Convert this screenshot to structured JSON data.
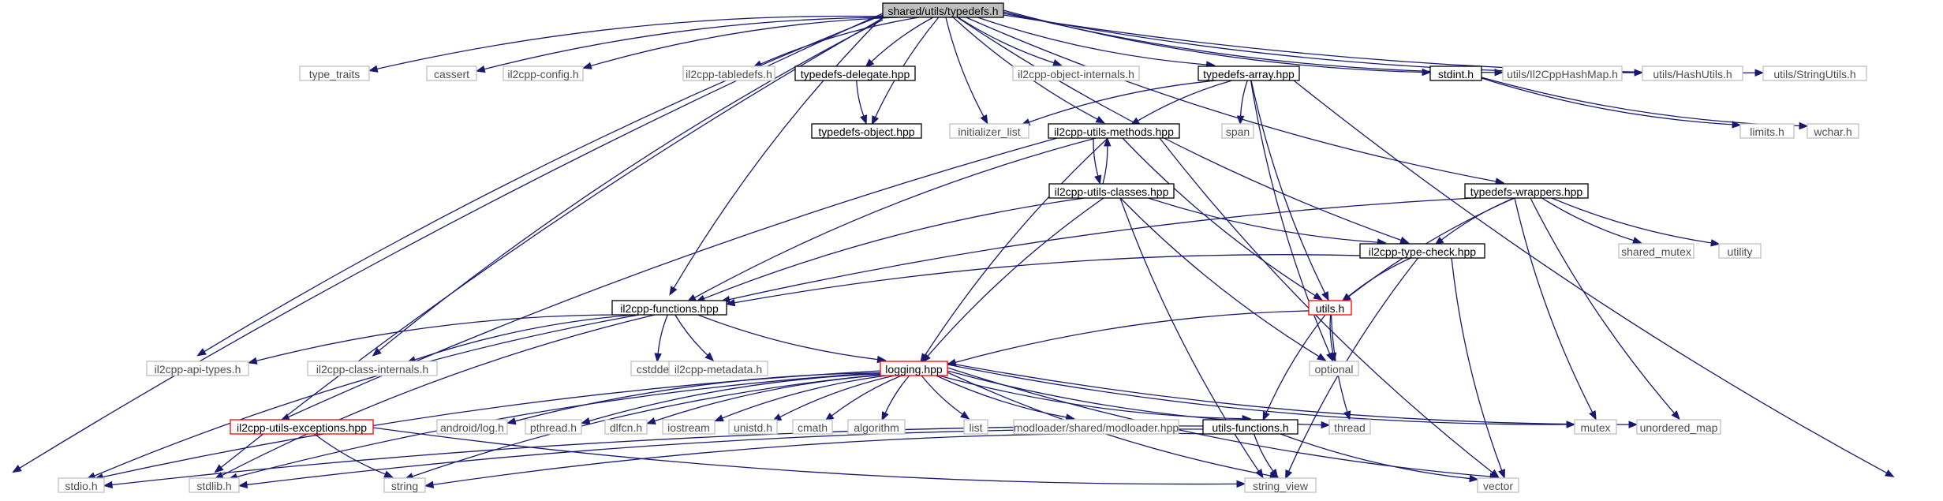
{
  "graph": {
    "root": "shared/utils/typedefs.h",
    "colors": {
      "edge": "#191970",
      "root_fill": "#bfbfbf",
      "documented_border": "#000000",
      "highlighted_border": "#ff0000",
      "external_border": "#bfbfbf",
      "external_text": "#4d4d4d"
    },
    "nodes": [
      {
        "id": "typedefs_h",
        "label": "shared/utils/typedefs.h",
        "kind": "root"
      },
      {
        "id": "type_traits",
        "label": "type_traits",
        "kind": "ext"
      },
      {
        "id": "cassert",
        "label": "cassert",
        "kind": "ext"
      },
      {
        "id": "il2cpp_config",
        "label": "il2cpp-config.h",
        "kind": "ext"
      },
      {
        "id": "il2cpp_tabledefs",
        "label": "il2cpp-tabledefs.h",
        "kind": "ext"
      },
      {
        "id": "typedefs_delegate",
        "label": "typedefs-delegate.hpp",
        "kind": "doc"
      },
      {
        "id": "il2cpp_object_internals",
        "label": "il2cpp-object-internals.h",
        "kind": "ext"
      },
      {
        "id": "typedefs_array",
        "label": "typedefs-array.hpp",
        "kind": "doc"
      },
      {
        "id": "stdint_h",
        "label": "stdint.h",
        "kind": "doc"
      },
      {
        "id": "utils_il2cpphashmap",
        "label": "utils/Il2CppHashMap.h",
        "kind": "ext"
      },
      {
        "id": "utils_hashutils",
        "label": "utils/HashUtils.h",
        "kind": "ext"
      },
      {
        "id": "utils_stringutils",
        "label": "utils/StringUtils.h",
        "kind": "ext"
      },
      {
        "id": "typedefs_object",
        "label": "typedefs-object.hpp",
        "kind": "doc"
      },
      {
        "id": "initializer_list",
        "label": "initializer_list",
        "kind": "ext"
      },
      {
        "id": "il2cpp_utils_methods",
        "label": "il2cpp-utils-methods.hpp",
        "kind": "doc"
      },
      {
        "id": "span",
        "label": "span",
        "kind": "ext"
      },
      {
        "id": "limits_h",
        "label": "limits.h",
        "kind": "ext"
      },
      {
        "id": "wchar_h",
        "label": "wchar.h",
        "kind": "ext"
      },
      {
        "id": "il2cpp_utils_classes",
        "label": "il2cpp-utils-classes.hpp",
        "kind": "doc"
      },
      {
        "id": "typedefs_wrappers",
        "label": "typedefs-wrappers.hpp",
        "kind": "doc"
      },
      {
        "id": "il2cpp_type_check",
        "label": "il2cpp-type-check.hpp",
        "kind": "doc"
      },
      {
        "id": "shared_mutex",
        "label": "shared_mutex",
        "kind": "ext"
      },
      {
        "id": "utility",
        "label": "utility",
        "kind": "ext"
      },
      {
        "id": "il2cpp_functions",
        "label": "il2cpp-functions.hpp",
        "kind": "doc"
      },
      {
        "id": "utils_h",
        "label": "utils.h",
        "kind": "red"
      },
      {
        "id": "il2cpp_api_types",
        "label": "il2cpp-api-types.h",
        "kind": "ext"
      },
      {
        "id": "il2cpp_class_internals",
        "label": "il2cpp-class-internals.h",
        "kind": "ext"
      },
      {
        "id": "cstddef",
        "label": "cstddef",
        "kind": "ext"
      },
      {
        "id": "il2cpp_metadata",
        "label": "il2cpp-metadata.h",
        "kind": "ext"
      },
      {
        "id": "optional",
        "label": "optional",
        "kind": "ext"
      },
      {
        "id": "logging_hpp",
        "label": "logging.hpp",
        "kind": "red"
      },
      {
        "id": "il2cpp_utils_exceptions",
        "label": "il2cpp-utils-exceptions.hpp",
        "kind": "red"
      },
      {
        "id": "android_log",
        "label": "android/log.h",
        "kind": "ext"
      },
      {
        "id": "pthread_h",
        "label": "pthread.h",
        "kind": "ext"
      },
      {
        "id": "dlfcn_h",
        "label": "dlfcn.h",
        "kind": "ext"
      },
      {
        "id": "iostream",
        "label": "iostream",
        "kind": "ext"
      },
      {
        "id": "unistd_h",
        "label": "unistd.h",
        "kind": "ext"
      },
      {
        "id": "cmath",
        "label": "cmath",
        "kind": "ext"
      },
      {
        "id": "algorithm",
        "label": "algorithm",
        "kind": "ext"
      },
      {
        "id": "list",
        "label": "list",
        "kind": "ext"
      },
      {
        "id": "modloader",
        "label": "modloader/shared/modloader.hpp",
        "kind": "ext"
      },
      {
        "id": "utils_functions",
        "label": "utils-functions.h",
        "kind": "doc"
      },
      {
        "id": "thread",
        "label": "thread",
        "kind": "ext"
      },
      {
        "id": "mutex",
        "label": "mutex",
        "kind": "ext"
      },
      {
        "id": "unordered_map",
        "label": "unordered_map",
        "kind": "ext"
      },
      {
        "id": "stdio_h",
        "label": "stdio.h",
        "kind": "ext"
      },
      {
        "id": "stdlib_h",
        "label": "stdlib.h",
        "kind": "ext"
      },
      {
        "id": "string",
        "label": "string",
        "kind": "ext"
      },
      {
        "id": "string_view",
        "label": "string_view",
        "kind": "ext"
      },
      {
        "id": "vector",
        "label": "vector",
        "kind": "ext"
      }
    ],
    "edges": [
      [
        "typedefs_h",
        "stdio_h"
      ],
      [
        "typedefs_h",
        "il2cpp_api_types"
      ],
      [
        "typedefs_h",
        "type_traits"
      ],
      [
        "typedefs_h",
        "cassert"
      ],
      [
        "typedefs_h",
        "il2cpp_config"
      ],
      [
        "typedefs_h",
        "il2cpp_functions"
      ],
      [
        "typedefs_h",
        "stdlib_h"
      ],
      [
        "typedefs_h",
        "il2cpp_class_internals"
      ],
      [
        "typedefs_h",
        "il2cpp_tabledefs"
      ],
      [
        "typedefs_h",
        "typedefs_delegate"
      ],
      [
        "typedefs_h",
        "typedefs_object"
      ],
      [
        "typedefs_h",
        "initializer_list"
      ],
      [
        "typedefs_h",
        "il2cpp_object_internals"
      ],
      [
        "typedefs_h",
        "il2cpp_utils_methods"
      ],
      [
        "typedefs_h",
        "typedefs_array"
      ],
      [
        "typedefs_h",
        "il2cpp_type_check"
      ],
      [
        "typedefs_h",
        "typedefs_wrappers"
      ],
      [
        "typedefs_h",
        "stdint_h"
      ],
      [
        "typedefs_h",
        "utils_il2cpphashmap"
      ],
      [
        "typedefs_h",
        "utils_hashutils"
      ],
      [
        "typedefs_h",
        "utils_stringutils"
      ],
      [
        "typedefs_delegate",
        "typedefs_object"
      ],
      [
        "typedefs_array",
        "initializer_list"
      ],
      [
        "typedefs_array",
        "il2cpp_utils_methods"
      ],
      [
        "typedefs_array",
        "span"
      ],
      [
        "typedefs_array",
        "optional"
      ],
      [
        "typedefs_array",
        "utils_h"
      ],
      [
        "typedefs_array",
        "vector"
      ],
      [
        "stdint_h",
        "limits_h"
      ],
      [
        "stdint_h",
        "wchar_h"
      ],
      [
        "il2cpp_utils_methods",
        "il2cpp_utils_classes"
      ],
      [
        "il2cpp_utils_methods",
        "il2cpp_functions"
      ],
      [
        "il2cpp_utils_methods",
        "il2cpp_utils_exceptions"
      ],
      [
        "il2cpp_utils_methods",
        "logging_hpp"
      ],
      [
        "il2cpp_utils_methods",
        "utils_h"
      ],
      [
        "il2cpp_utils_methods",
        "vector"
      ],
      [
        "il2cpp_utils_classes",
        "il2cpp_utils_methods"
      ],
      [
        "il2cpp_utils_classes",
        "il2cpp_functions"
      ],
      [
        "il2cpp_utils_classes",
        "logging_hpp"
      ],
      [
        "il2cpp_utils_classes",
        "il2cpp_type_check"
      ],
      [
        "il2cpp_utils_classes",
        "optional"
      ],
      [
        "il2cpp_utils_classes",
        "string_view"
      ],
      [
        "typedefs_wrappers",
        "il2cpp_functions"
      ],
      [
        "typedefs_wrappers",
        "il2cpp_type_check"
      ],
      [
        "typedefs_wrappers",
        "shared_mutex"
      ],
      [
        "typedefs_wrappers",
        "utility"
      ],
      [
        "typedefs_wrappers",
        "utils_h"
      ],
      [
        "typedefs_wrappers",
        "mutex"
      ],
      [
        "typedefs_wrappers",
        "unordered_map"
      ],
      [
        "il2cpp_type_check",
        "il2cpp_functions"
      ],
      [
        "il2cpp_type_check",
        "utils_h"
      ],
      [
        "il2cpp_type_check",
        "string_view"
      ],
      [
        "il2cpp_type_check",
        "vector"
      ],
      [
        "il2cpp_functions",
        "il2cpp_api_types"
      ],
      [
        "il2cpp_functions",
        "il2cpp_class_internals"
      ],
      [
        "il2cpp_functions",
        "cstddef"
      ],
      [
        "il2cpp_functions",
        "il2cpp_metadata"
      ],
      [
        "il2cpp_functions",
        "logging_hpp"
      ],
      [
        "il2cpp_functions",
        "stdio_h"
      ],
      [
        "il2cpp_functions",
        "stdlib_h"
      ],
      [
        "utils_h",
        "logging_hpp"
      ],
      [
        "utils_h",
        "optional"
      ],
      [
        "utils_h",
        "thread"
      ],
      [
        "utils_h",
        "utils_functions"
      ],
      [
        "logging_hpp",
        "stdio_h"
      ],
      [
        "logging_hpp",
        "stdlib_h"
      ],
      [
        "logging_hpp",
        "string"
      ],
      [
        "logging_hpp",
        "android_log"
      ],
      [
        "logging_hpp",
        "pthread_h"
      ],
      [
        "logging_hpp",
        "dlfcn_h"
      ],
      [
        "logging_hpp",
        "iostream"
      ],
      [
        "logging_hpp",
        "unistd_h"
      ],
      [
        "logging_hpp",
        "cmath"
      ],
      [
        "logging_hpp",
        "algorithm"
      ],
      [
        "logging_hpp",
        "list"
      ],
      [
        "logging_hpp",
        "modloader"
      ],
      [
        "logging_hpp",
        "utils_functions"
      ],
      [
        "logging_hpp",
        "thread"
      ],
      [
        "logging_hpp",
        "string_view"
      ],
      [
        "logging_hpp",
        "vector"
      ],
      [
        "logging_hpp",
        "mutex"
      ],
      [
        "logging_hpp",
        "unordered_map"
      ],
      [
        "il2cpp_utils_exceptions",
        "string"
      ],
      [
        "il2cpp_utils_exceptions",
        "string_view"
      ],
      [
        "utils_functions",
        "stdio_h"
      ],
      [
        "utils_functions",
        "stdlib_h"
      ],
      [
        "utils_functions",
        "string"
      ],
      [
        "utils_functions",
        "string_view"
      ],
      [
        "utils_functions",
        "vector"
      ]
    ]
  }
}
